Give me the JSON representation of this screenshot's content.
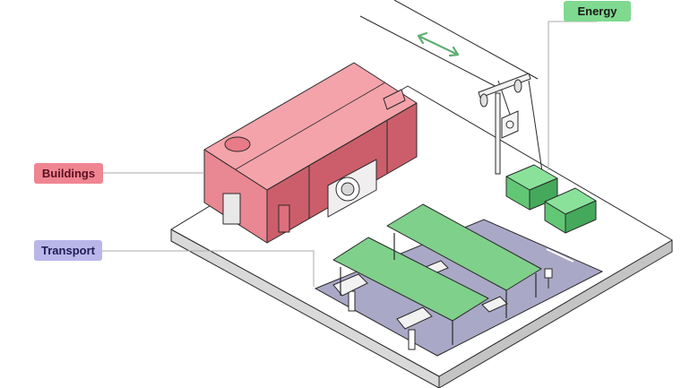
{
  "labels": {
    "energy": "Energy",
    "buildings": "Buildings",
    "transport": "Transport"
  },
  "colors": {
    "energy": "#7fd98f",
    "buildings": "#f08592",
    "transport": "#b9b6ea",
    "building_body": "#ee8e98",
    "solar_panel": "#7fd08a",
    "generator": "#5fcb73",
    "parking_lot": "#a9a8c6",
    "ground": "#ffffff",
    "outline": "#2a2a2a"
  },
  "icons": {
    "grid_flow": "double-arrow-icon"
  }
}
